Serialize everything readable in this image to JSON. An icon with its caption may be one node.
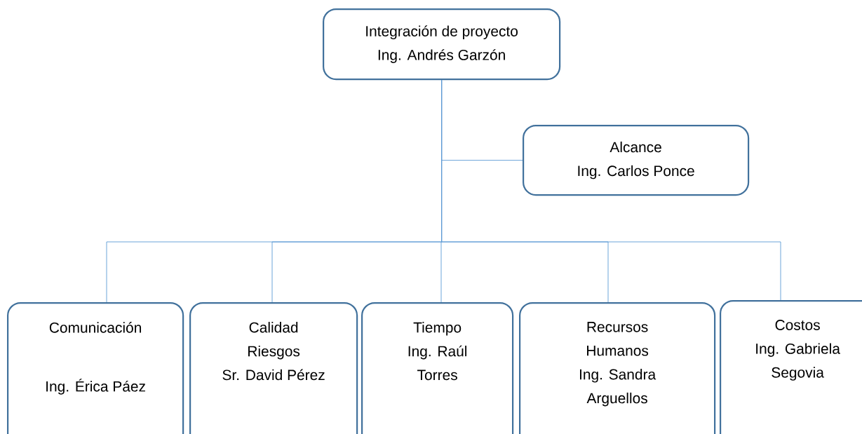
{
  "diagram": {
    "nodes": [
      {
        "text": [
          "Integración de proyecto",
          "Ing. Andrés Garzón"
        ]
      },
      {
        "text": [
          "Alcance",
          "Ing. Carlos Ponce"
        ]
      },
      {
        "text": [
          "Comunicación",
          "Ing. Érica Páez"
        ]
      },
      {
        "text": [
          "Calidad",
          "Riesgos",
          "Sr. David Pérez"
        ]
      },
      {
        "text": [
          "Tiempo",
          "Ing. Raúl Torres"
        ]
      },
      {
        "text": [
          "Recursos Humanos",
          "Ing. Sandra Arguellos"
        ]
      },
      {
        "text": [
          "Costos",
          "Ing. Gabriela Segovia"
        ]
      }
    ],
    "edges": [
      {
        "from": 0,
        "to": 1,
        "arrow": "none"
      },
      {
        "from": 0,
        "to": 2,
        "arrow": "none"
      },
      {
        "from": 0,
        "to": 3,
        "arrow": "none"
      },
      {
        "from": 0,
        "to": 4,
        "arrow": "none"
      },
      {
        "from": 0,
        "to": 5,
        "arrow": "none"
      },
      {
        "from": 0,
        "to": 6,
        "arrow": "none"
      }
    ]
  }
}
